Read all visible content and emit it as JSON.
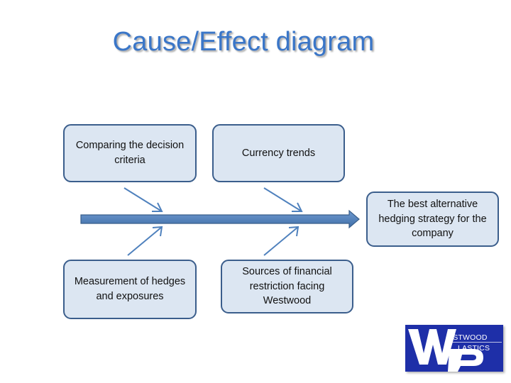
{
  "title": "Cause/Effect diagram",
  "causes": {
    "comparing": "Comparing the decision criteria",
    "currency": "Currency trends",
    "measurement": "Measurement of hedges and exposures",
    "sources": "Sources of financial restriction facing Westwood"
  },
  "effect": "The best alternative hedging strategy for the company",
  "logo": {
    "line1": "ESTWOOD",
    "line2": "LASTICS",
    "monogram": "WP"
  },
  "colors": {
    "title": "#3a76c8",
    "box_fill": "#dce6f2",
    "box_border": "#3b5e8c",
    "arrow": "#4f81bd",
    "logo_bg": "#1e2fa8"
  }
}
